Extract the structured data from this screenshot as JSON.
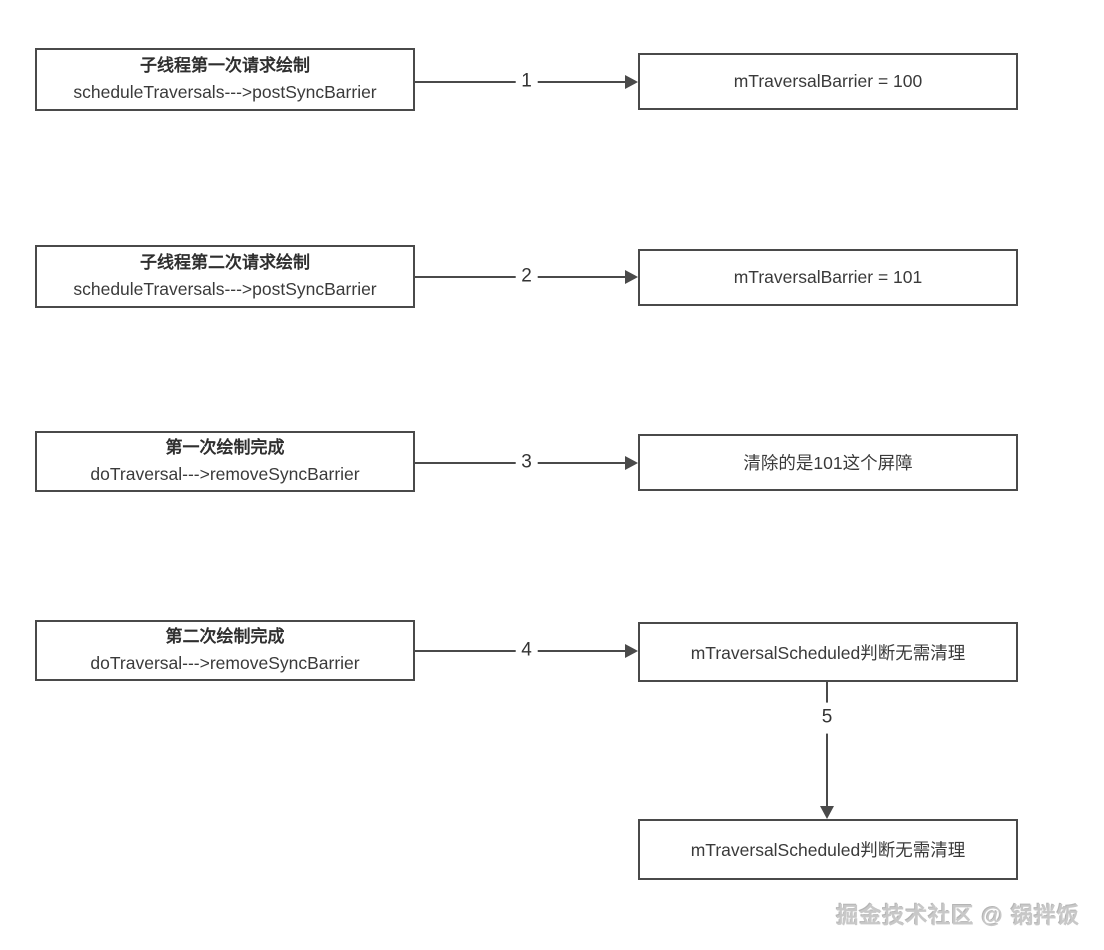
{
  "rows": [
    {
      "left_title": "子线程第一次请求绘制",
      "left_subtitle": "scheduleTraversals--->postSyncBarrier",
      "arrow_label": "1",
      "right_text": "mTraversalBarrier = 100"
    },
    {
      "left_title": "子线程第二次请求绘制",
      "left_subtitle": "scheduleTraversals--->postSyncBarrier",
      "arrow_label": "2",
      "right_text": "mTraversalBarrier = 101"
    },
    {
      "left_title": "第一次绘制完成",
      "left_subtitle": "doTraversal--->removeSyncBarrier",
      "arrow_label": "3",
      "right_text": "清除的是101这个屏障"
    },
    {
      "left_title": "第二次绘制完成",
      "left_subtitle": "doTraversal--->removeSyncBarrier",
      "arrow_label": "4",
      "right_text": "mTraversalScheduled判断无需清理"
    }
  ],
  "followup": {
    "arrow_label": "5",
    "box_text": "mTraversalScheduled判断无需清理"
  },
  "watermark": "掘金技术社区 @ 锅拌饭",
  "colors": {
    "line": "#4a4a4a",
    "text": "#333333",
    "background": "#ffffff",
    "watermark": "#c8c8c8"
  }
}
